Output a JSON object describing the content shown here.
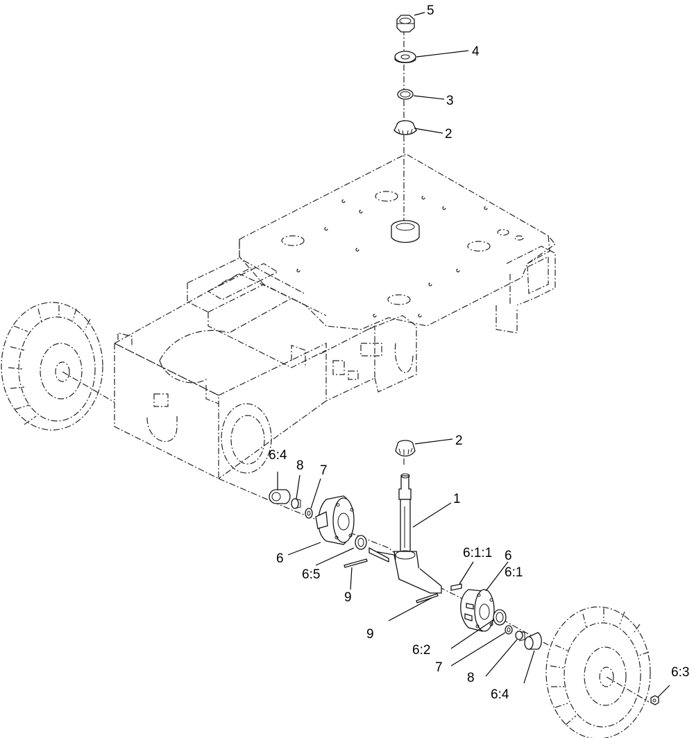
{
  "callouts": {
    "c5": "5",
    "c4": "4",
    "c3": "3",
    "c2_top": "2",
    "c2_mid": "2",
    "c1": "1",
    "c6_4_left": "6:4",
    "c8_left": "8",
    "c7_left": "7",
    "c6_left": "6",
    "c6_5": "6:5",
    "c9_left": "9",
    "c9_lower": "9",
    "c6_1_1": "6:1:1",
    "c6_right": "6",
    "c6_1": "6:1",
    "c6_2": "6:2",
    "c7_right": "7",
    "c8_right": "8",
    "c6_4_right": "6:4",
    "c6_3": "6:3"
  },
  "icons": [
    "tire",
    "wheel-hub",
    "bearing-cone",
    "flat-washer",
    "lock-nut",
    "spindle",
    "frame",
    "decal"
  ]
}
